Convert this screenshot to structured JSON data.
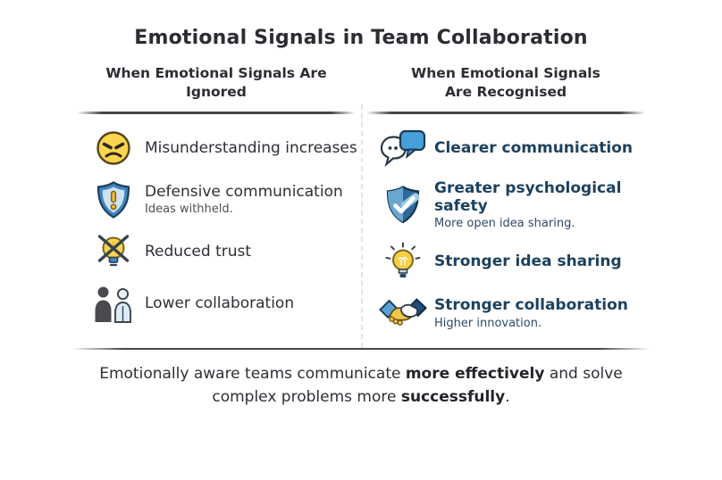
{
  "title": "Emotional Signals in Team Collaboration",
  "left_column": {
    "header_line1": "When Emotional Signals Are",
    "header_line2": "Ignored",
    "items": [
      {
        "icon": "angry-face-icon",
        "label": "Misunderstanding increases",
        "sub": ""
      },
      {
        "icon": "shield-exclamation-icon",
        "label": "Defensive communication",
        "sub": "Ideas withheld."
      },
      {
        "icon": "crossed-lightbulb-icon",
        "label": "Reduced trust",
        "sub": ""
      },
      {
        "icon": "two-people-icon",
        "label": "Lower collaboration",
        "sub": ""
      }
    ]
  },
  "right_column": {
    "header_line1": "When Emotional Signals",
    "header_line2": "Are Recognised",
    "items": [
      {
        "icon": "speech-bubbles-icon",
        "label": "Clearer communication",
        "sub": ""
      },
      {
        "icon": "shield-check-icon",
        "label": "Greater psychological safety",
        "sub": "More open idea sharing."
      },
      {
        "icon": "glowing-lightbulb-icon",
        "label": "Stronger idea sharing",
        "sub": ""
      },
      {
        "icon": "handshake-icon",
        "label": "Stronger collaboration",
        "sub": "Higher innovation."
      }
    ]
  },
  "footer": {
    "segment1": "Emotionally aware teams communicate ",
    "bold1": "more effectively",
    "segment2": " and solve complex problems more ",
    "bold2": "successfully",
    "segment3": "."
  },
  "colors": {
    "heading_text": "#2c2c34",
    "left_text": "#2e2e36",
    "left_subtext": "#4f4f58",
    "right_text": "#1d415f",
    "right_subtext": "#2c4a68",
    "accent_blue": "#47a0d9",
    "accent_navy": "#1f4e79",
    "accent_yellow": "#f6cf45",
    "divider_dash": "#e4e4e4",
    "rule_line": "#323237"
  }
}
